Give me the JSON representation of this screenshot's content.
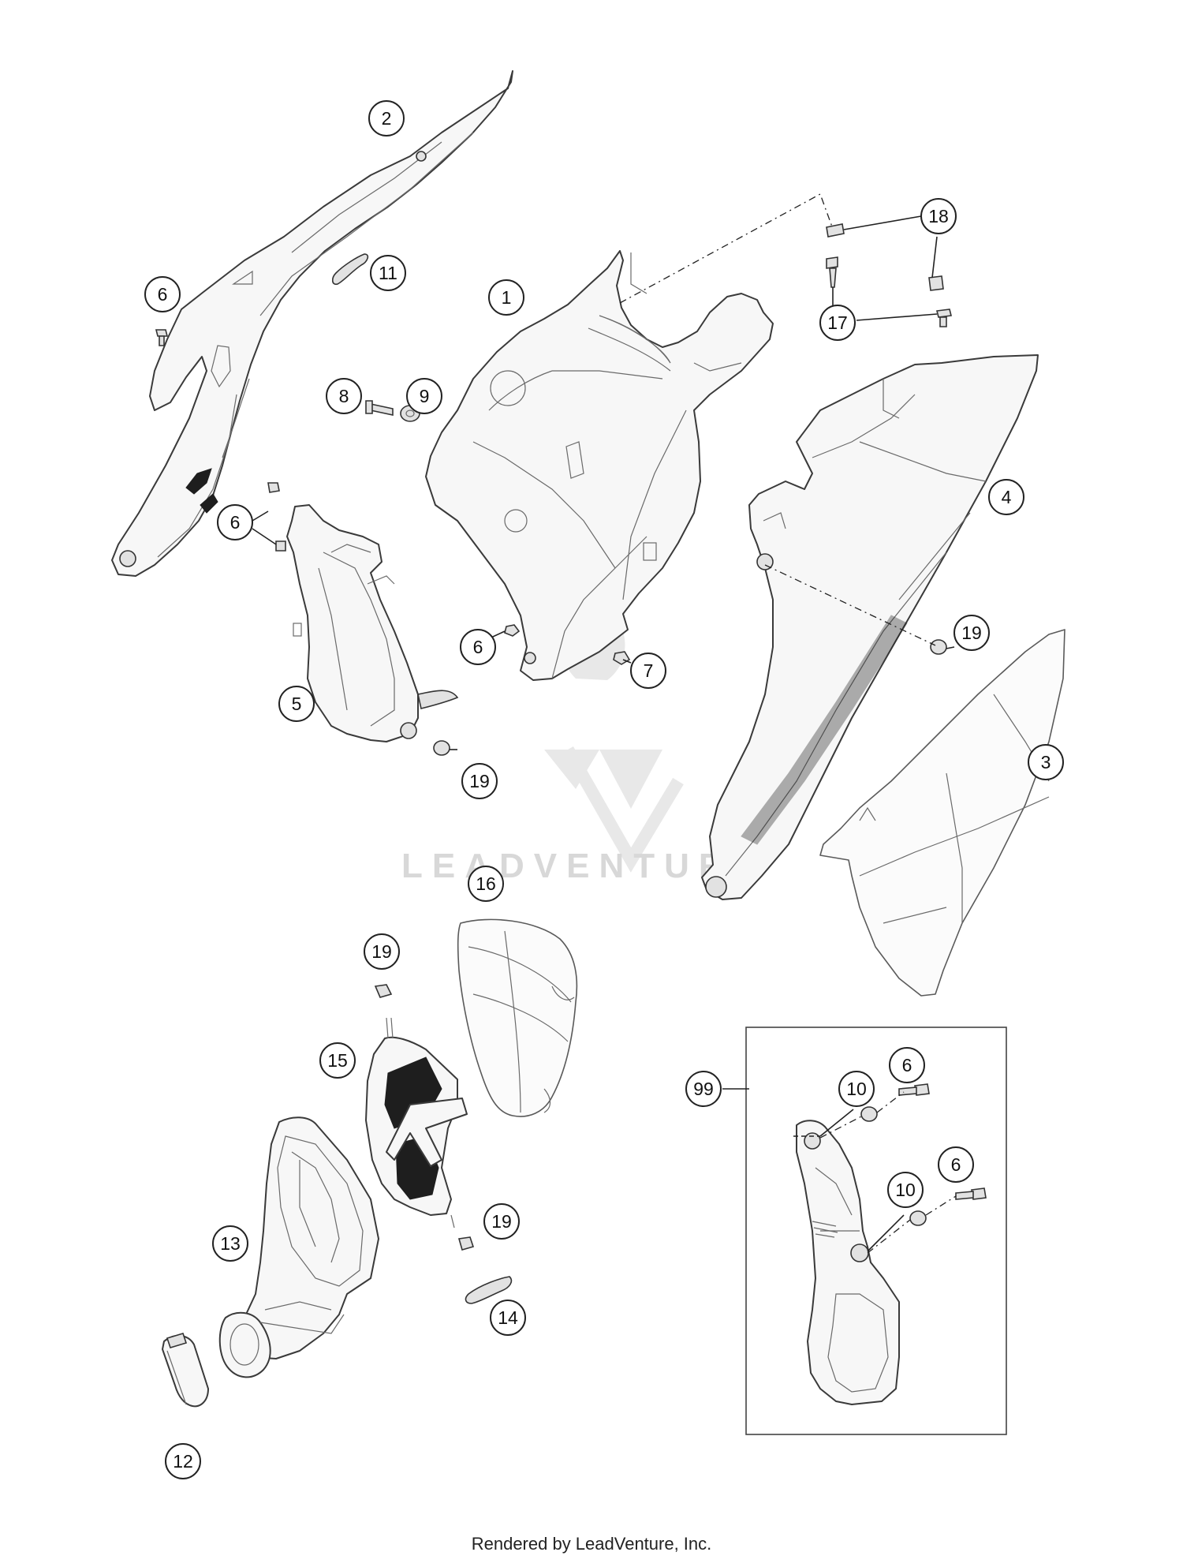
{
  "callouts": [
    "1",
    "2",
    "3",
    "4",
    "5",
    "6",
    "7",
    "8",
    "9",
    "10",
    "11",
    "12",
    "13",
    "14",
    "15",
    "16",
    "17",
    "18",
    "19",
    "99"
  ],
  "watermark": "LEADVENTURE",
  "footer": "Rendered by LeadVenture, Inc."
}
